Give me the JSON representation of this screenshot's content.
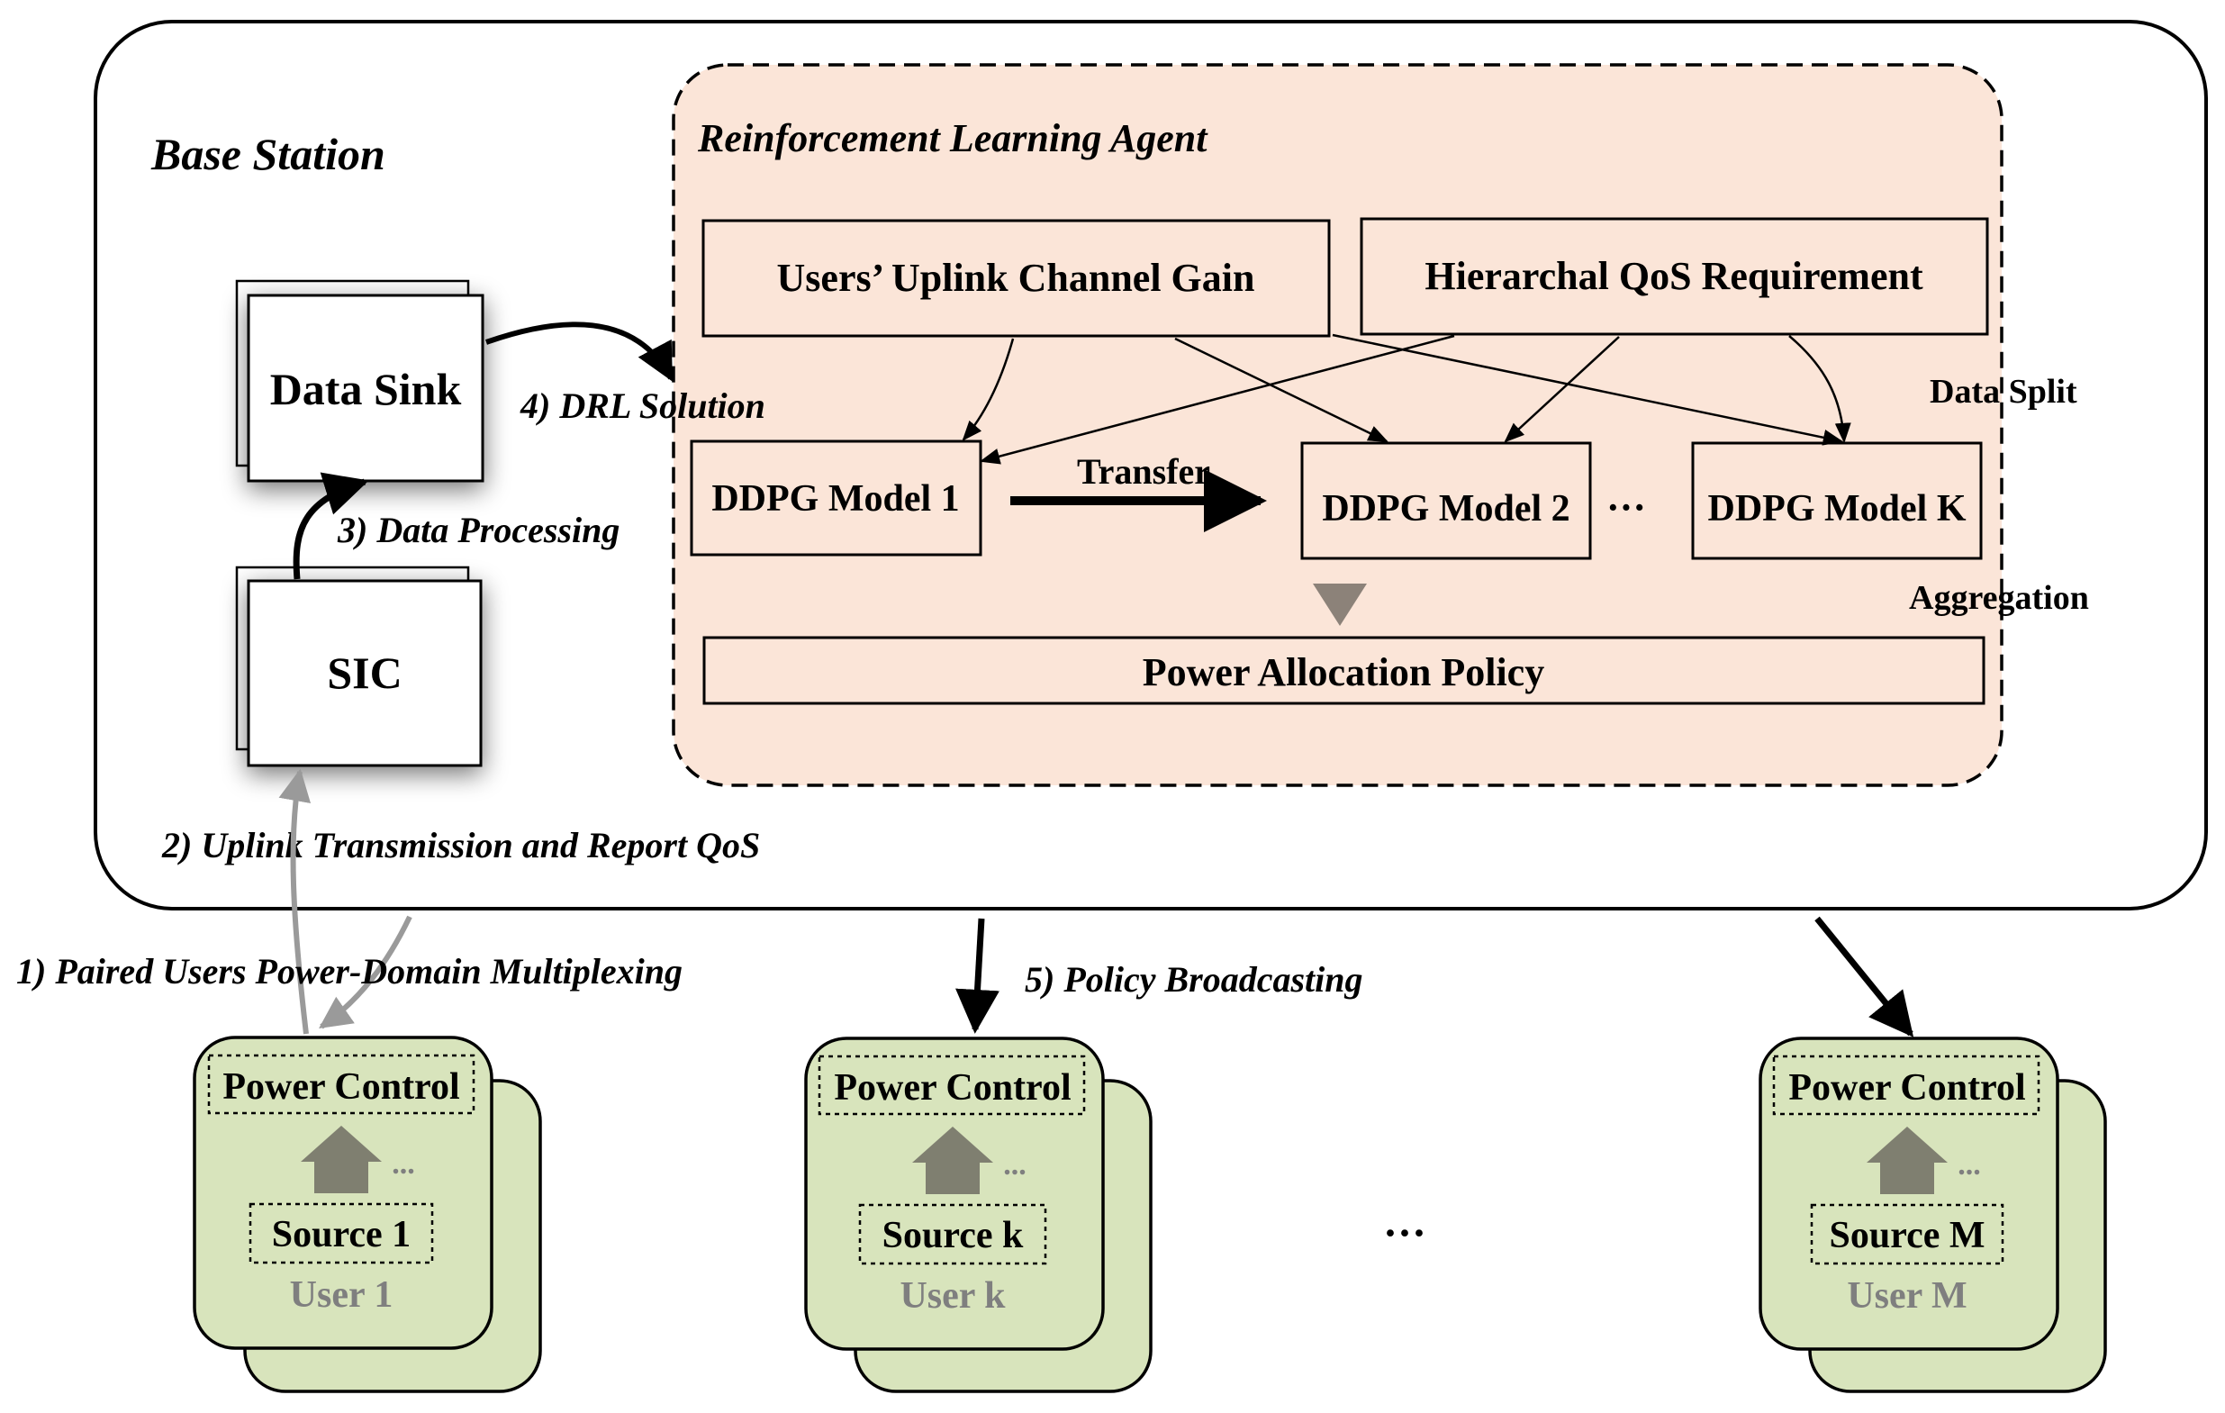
{
  "base_station": {
    "title": "Base Station",
    "data_sink": "Data Sink",
    "sic": "SIC"
  },
  "agent": {
    "title": "Reinforcement  Learning Agent",
    "input_gain": "Users’ Uplink Channel Gain",
    "input_qos": "Hierarchal QoS Requirement",
    "model_1": "DDPG Model 1",
    "model_2": "DDPG Model 2",
    "model_k": "DDPG Model K",
    "ellipsis": "···",
    "transfer": "Transfer",
    "data_split": "Data Split",
    "aggregation": "Aggregation",
    "policy": "Power Allocation Policy"
  },
  "steps": {
    "step1": "1)  Paired Users Power-Domain Multiplexing",
    "step2": "2) Uplink Transmission  and Report QoS",
    "step3": "3)  Data Processing",
    "step4": "4) DRL Solution",
    "step5": "5)  Policy Broadcasting"
  },
  "users": [
    {
      "control": "Power Control",
      "source": "Source 1",
      "name": "User 1",
      "dots": "..."
    },
    {
      "control": "Power Control",
      "source": "Source k",
      "name": "User k",
      "dots": "..."
    },
    {
      "control": "Power Control",
      "source": "Source M",
      "name": "User M",
      "dots": "..."
    }
  ],
  "users_ellipsis": "···",
  "colors": {
    "agent_fill": "#fbe5d8",
    "user_fill": "#d8e4bc",
    "grey_arrow": "#7f7f70",
    "grey_label": "#7f7f7f",
    "triangle": "#8c8279"
  }
}
